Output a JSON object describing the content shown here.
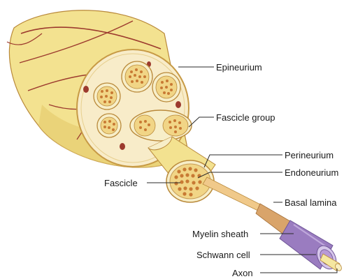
{
  "diagram": {
    "subject": "peripheral nerve cross-section anatomy",
    "labels": {
      "epineurium": "Epineurium",
      "fascicle_group": "Fascicle group",
      "perineurium": "Perineurium",
      "endoneurium": "Endoneurium",
      "fascicle": "Fascicle",
      "basal_lamina": "Basal lamina",
      "myelin_sheath": "Myelin sheath",
      "schwann_cell": "Schwann cell",
      "axon": "Axon"
    },
    "colors": {
      "nerve_outer": "#f3e290",
      "nerve_shade": "#e4c96a",
      "cut_face": "#f8ecc9",
      "vessel_red": "#9c3a2e",
      "fascicle_fill": "#f1d586",
      "fiber_dot": "#c87a34",
      "perineurium_ring": "#f7eec8",
      "myelin_purple": "#9a7cc0",
      "axon_fill": "#f5e7a0",
      "basal_tan": "#d9a46a"
    }
  }
}
